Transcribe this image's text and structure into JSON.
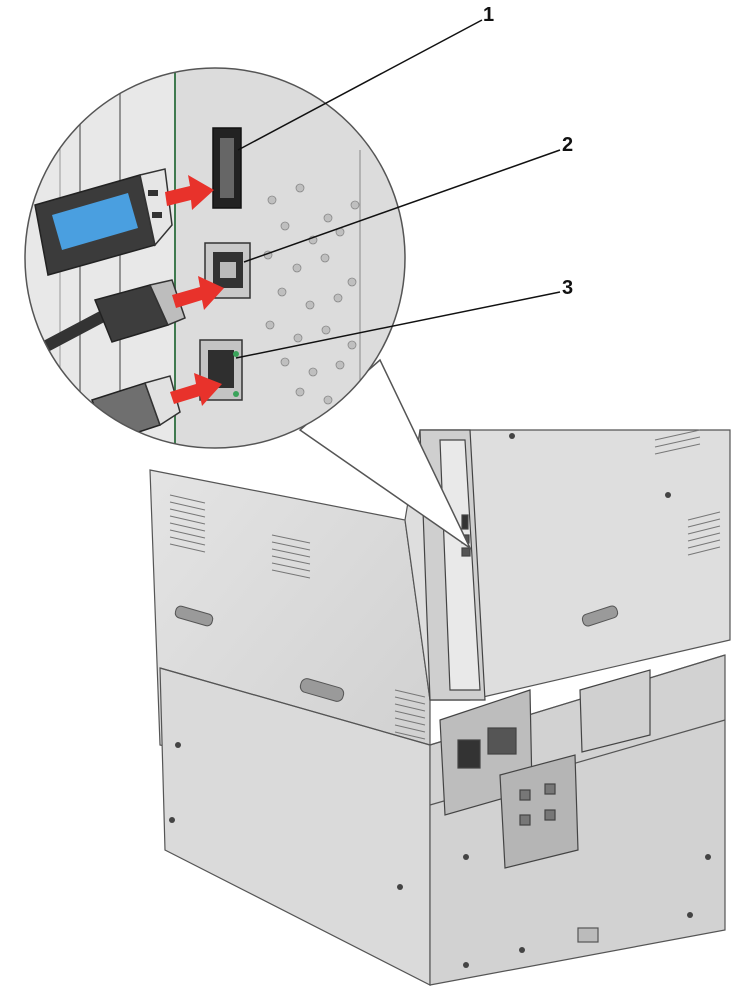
{
  "callouts": [
    {
      "number": "1",
      "target": "usb-port"
    },
    {
      "number": "2",
      "target": "usb-b-printer-port"
    },
    {
      "number": "3",
      "target": "ethernet-port"
    }
  ],
  "colors": {
    "printer_body": "#d9d9d9",
    "printer_shadow": "#b9b9b9",
    "panel_dark": "#8c8c8c",
    "arrow_red": "#e8322b",
    "connector_blue": "#4a9fe0",
    "cable_dark": "#333333",
    "led_green": "#3aa35a",
    "outline": "#555555"
  }
}
